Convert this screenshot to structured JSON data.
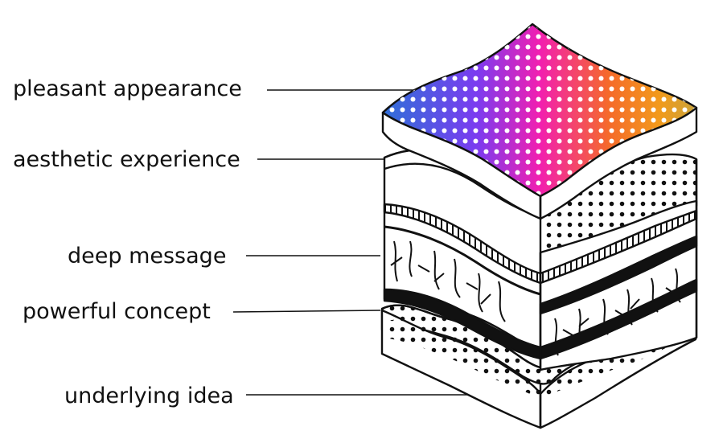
{
  "labels": [
    "pleasant appearance",
    "aesthetic experience",
    "deep message",
    "powerful concept",
    "underlying idea"
  ],
  "colors": {
    "ink": "#111111",
    "gradient": [
      "#2f6fd8",
      "#7b3cf0",
      "#f21fb0",
      "#f56a2a",
      "#f29a1c",
      "#c9a33a"
    ]
  }
}
